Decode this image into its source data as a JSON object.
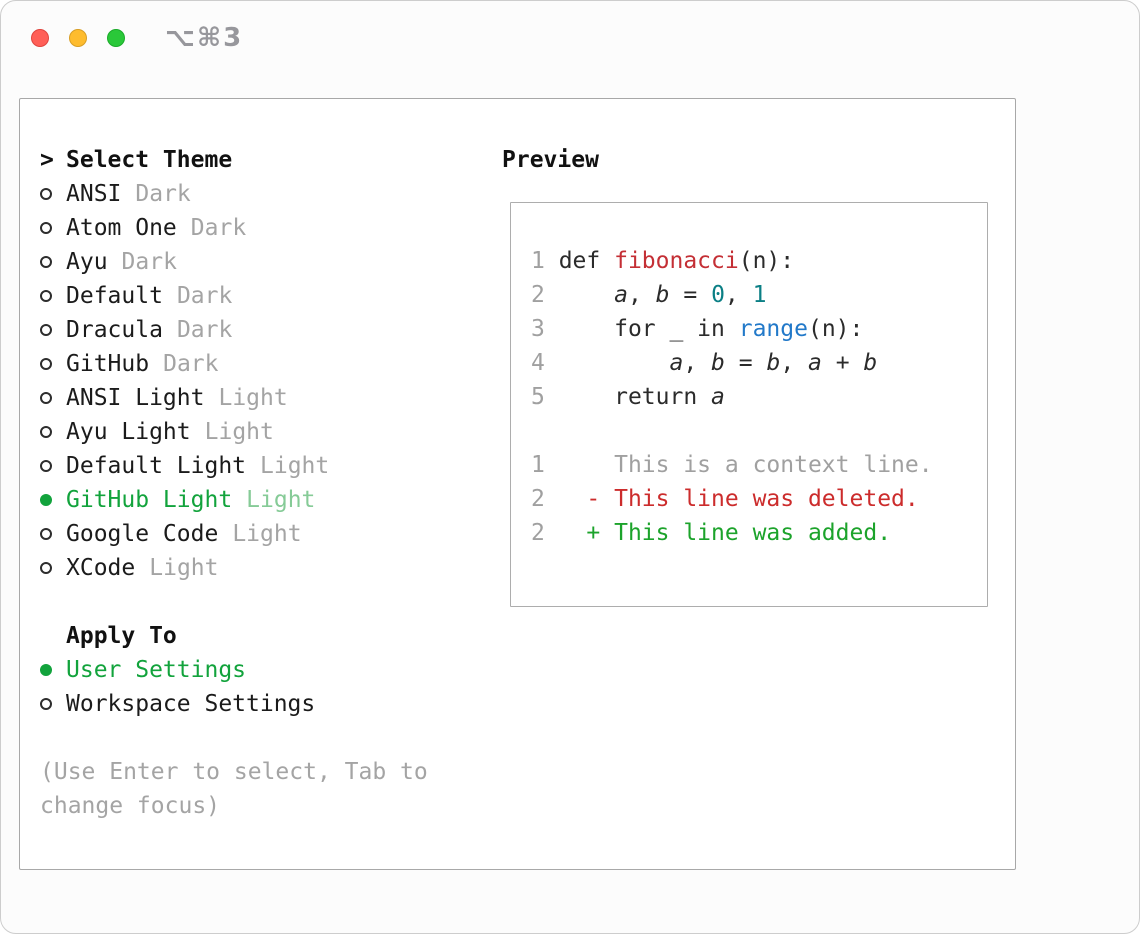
{
  "window": {
    "shortcut": "⌥⌘3"
  },
  "panel": {
    "theme_selector": {
      "prefix": ">",
      "title": "Select Theme",
      "items": [
        {
          "name": "ANSI",
          "variant": "Dark",
          "selected": false
        },
        {
          "name": "Atom One",
          "variant": "Dark",
          "selected": false
        },
        {
          "name": "Ayu",
          "variant": "Dark",
          "selected": false
        },
        {
          "name": "Default",
          "variant": "Dark",
          "selected": false
        },
        {
          "name": "Dracula",
          "variant": "Dark",
          "selected": false
        },
        {
          "name": "GitHub",
          "variant": "Dark",
          "selected": false
        },
        {
          "name": "ANSI Light",
          "variant": "Light",
          "selected": false
        },
        {
          "name": "Ayu Light",
          "variant": "Light",
          "selected": false
        },
        {
          "name": "Default Light",
          "variant": "Light",
          "selected": false
        },
        {
          "name": "GitHub Light",
          "variant": "Light",
          "selected": true
        },
        {
          "name": "Google Code",
          "variant": "Light",
          "selected": false
        },
        {
          "name": "XCode",
          "variant": "Light",
          "selected": false
        }
      ]
    },
    "apply_to": {
      "title": "Apply To",
      "options": [
        {
          "label": "User Settings",
          "selected": true
        },
        {
          "label": "Workspace Settings",
          "selected": false
        }
      ]
    },
    "footer_hint": "(Use Enter to select, Tab to change focus)",
    "preview": {
      "title": "Preview",
      "code_lines": [
        {
          "num": "1",
          "segments": [
            {
              "t": "def ",
              "c": "plain"
            },
            {
              "t": "fibonacci",
              "c": "fn"
            },
            {
              "t": "(n):",
              "c": "plain"
            }
          ]
        },
        {
          "num": "2",
          "segments": [
            {
              "t": "    ",
              "c": "plain"
            },
            {
              "t": "a",
              "c": "var"
            },
            {
              "t": ", ",
              "c": "plain"
            },
            {
              "t": "b",
              "c": "var"
            },
            {
              "t": " = ",
              "c": "plain"
            },
            {
              "t": "0",
              "c": "num"
            },
            {
              "t": ", ",
              "c": "plain"
            },
            {
              "t": "1",
              "c": "num"
            }
          ]
        },
        {
          "num": "3",
          "segments": [
            {
              "t": "    for _ in ",
              "c": "plain"
            },
            {
              "t": "range",
              "c": "call"
            },
            {
              "t": "(n):",
              "c": "plain"
            }
          ]
        },
        {
          "num": "4",
          "segments": [
            {
              "t": "        ",
              "c": "plain"
            },
            {
              "t": "a",
              "c": "var"
            },
            {
              "t": ", ",
              "c": "plain"
            },
            {
              "t": "b",
              "c": "var"
            },
            {
              "t": " = ",
              "c": "plain"
            },
            {
              "t": "b",
              "c": "var"
            },
            {
              "t": ", ",
              "c": "plain"
            },
            {
              "t": "a",
              "c": "var"
            },
            {
              "t": " + ",
              "c": "plain"
            },
            {
              "t": "b",
              "c": "var"
            }
          ]
        },
        {
          "num": "5",
          "segments": [
            {
              "t": "    return ",
              "c": "plain"
            },
            {
              "t": "a",
              "c": "var"
            }
          ]
        }
      ],
      "diff_lines": [
        {
          "num": "1",
          "text": "    This is a context line.",
          "type": "context"
        },
        {
          "num": "2",
          "text": "  - This line was deleted.",
          "type": "deleted"
        },
        {
          "num": "2",
          "text": "  + This line was added.",
          "type": "added"
        }
      ]
    }
  },
  "colors": {
    "selected_green": "#12a33c",
    "fn_red": "#c42f35",
    "number_teal": "#0b7f85",
    "call_blue": "#2279c9",
    "diff_deleted": "#cc2c2c",
    "diff_added": "#1ca32b",
    "muted_gray": "#a4a4a4"
  }
}
